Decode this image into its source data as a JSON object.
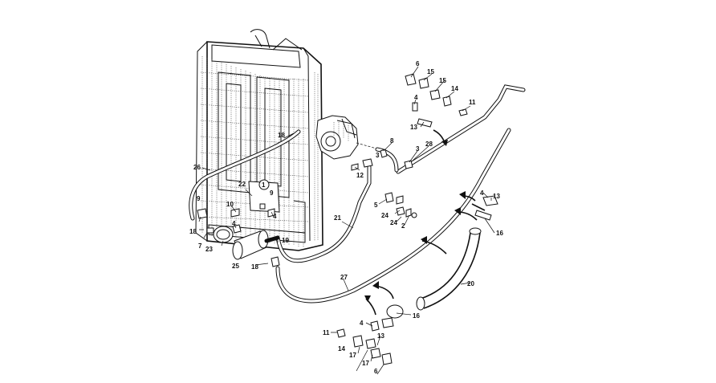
{
  "diagram": {
    "callouts": [
      {
        "id": "c6a",
        "text": "6"
      },
      {
        "id": "c15a",
        "text": "15"
      },
      {
        "id": "c15b",
        "text": "15"
      },
      {
        "id": "c14a",
        "text": "14"
      },
      {
        "id": "c4a",
        "text": "4"
      },
      {
        "id": "c11a",
        "text": "11"
      },
      {
        "id": "c13a",
        "text": "13"
      },
      {
        "id": "c8",
        "text": "8"
      },
      {
        "id": "c3a",
        "text": "3"
      },
      {
        "id": "c3b",
        "text": "3"
      },
      {
        "id": "c28",
        "text": "28"
      },
      {
        "id": "c12",
        "text": "12"
      },
      {
        "id": "c18a",
        "text": "18"
      },
      {
        "id": "c26",
        "text": "26"
      },
      {
        "id": "c22",
        "text": "22"
      },
      {
        "id": "c1",
        "text": "1"
      },
      {
        "id": "c9a",
        "text": "9"
      },
      {
        "id": "c10",
        "text": "10"
      },
      {
        "id": "c9b",
        "text": "9"
      },
      {
        "id": "c4b",
        "text": "4"
      },
      {
        "id": "c4c",
        "text": "4"
      },
      {
        "id": "c18b",
        "text": "18"
      },
      {
        "id": "c7",
        "text": "7"
      },
      {
        "id": "c23",
        "text": "23"
      },
      {
        "id": "c25",
        "text": "25"
      },
      {
        "id": "c18c",
        "text": "18"
      },
      {
        "id": "c19",
        "text": "19"
      },
      {
        "id": "c21",
        "text": "21"
      },
      {
        "id": "c5",
        "text": "5"
      },
      {
        "id": "c24a",
        "text": "24"
      },
      {
        "id": "c24b",
        "text": "24"
      },
      {
        "id": "c2",
        "text": "2"
      },
      {
        "id": "c4d",
        "text": "4"
      },
      {
        "id": "c13b",
        "text": "13"
      },
      {
        "id": "c16a",
        "text": "16"
      },
      {
        "id": "c27",
        "text": "27"
      },
      {
        "id": "c20",
        "text": "20"
      },
      {
        "id": "c16b",
        "text": "16"
      },
      {
        "id": "c4e",
        "text": "4"
      },
      {
        "id": "c11b",
        "text": "11"
      },
      {
        "id": "c13c",
        "text": "13"
      },
      {
        "id": "c14b",
        "text": "14"
      },
      {
        "id": "c17a",
        "text": "17"
      },
      {
        "id": "c17b",
        "text": "17"
      },
      {
        "id": "c6b",
        "text": "6"
      }
    ]
  }
}
